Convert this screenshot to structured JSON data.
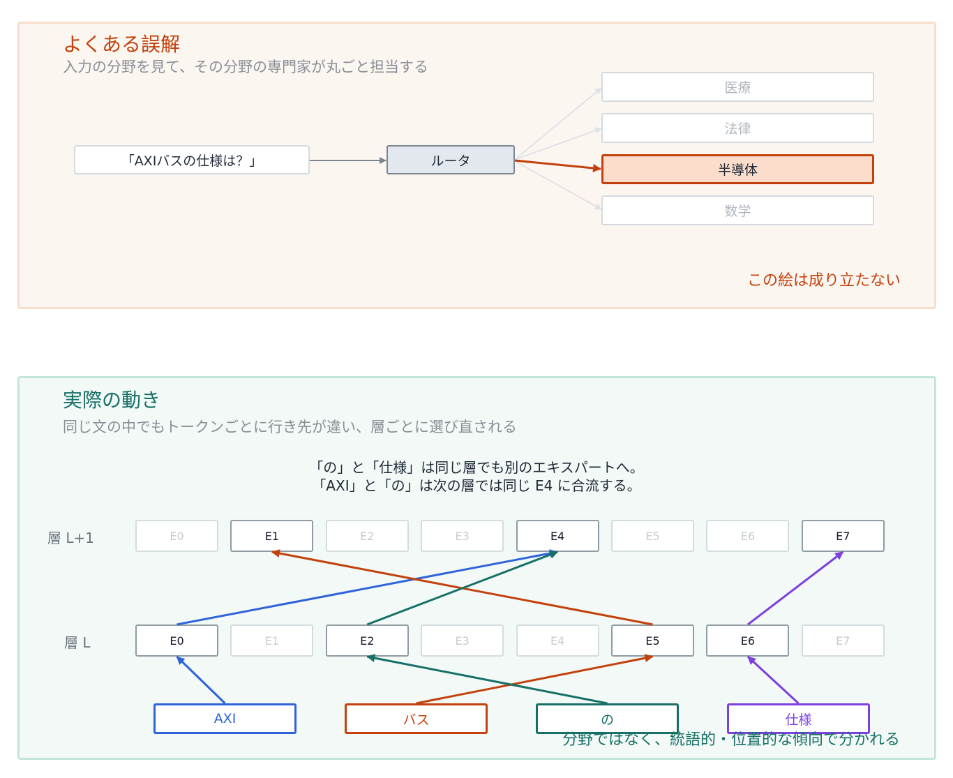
{
  "misconception": {
    "title": "よくある誤解",
    "subtitle": "入力の分野を見て、その分野の専門家が丸ごと担当する",
    "input": "「AXIバスの仕様は？」",
    "router": "ルータ",
    "experts": [
      "医療",
      "法律",
      "半導体",
      "数学"
    ],
    "selected_expert": "半導体",
    "verdict": "この絵は成り立たない"
  },
  "reality": {
    "title": "実際の動き",
    "subtitle": "同じ文の中でもトークンごとに行き先が違い、層ごとに選び直される",
    "note_line1": "「の」と「仕様」は同じ層でも別のエキスパートへ。",
    "note_line2": "「AXI」と「の」は次の層では同じ E4 に合流する。",
    "layer_upper_label": "層 L+1",
    "layer_lower_label": "層 L",
    "experts_upper": [
      "E0",
      "E1",
      "E2",
      "E3",
      "E4",
      "E5",
      "E6",
      "E7"
    ],
    "experts_lower": [
      "E0",
      "E1",
      "E2",
      "E3",
      "E4",
      "E5",
      "E6",
      "E7"
    ],
    "active_lower": [
      "E0",
      "E2",
      "E5",
      "E6"
    ],
    "active_upper": [
      "E1",
      "E4",
      "E7"
    ],
    "tokens": [
      {
        "label": "AXI",
        "color": "#2f63d9",
        "lower": "E0",
        "upper": "E4"
      },
      {
        "label": "バス",
        "color": "#c2410c",
        "lower": "E5",
        "upper": "E1"
      },
      {
        "label": "の",
        "color": "#177066",
        "lower": "E2",
        "upper": "E4"
      },
      {
        "label": "仕様",
        "color": "#7c3fe0",
        "lower": "E6",
        "upper": "E7"
      }
    ],
    "footer": "分野ではなく、統語的・位置的な傾向で分かれる"
  },
  "colors": {
    "accent_orange": "#c2410c",
    "accent_teal": "#177066",
    "muted_text": "#8a8f96",
    "inactive_text": "#c4ccd0"
  }
}
